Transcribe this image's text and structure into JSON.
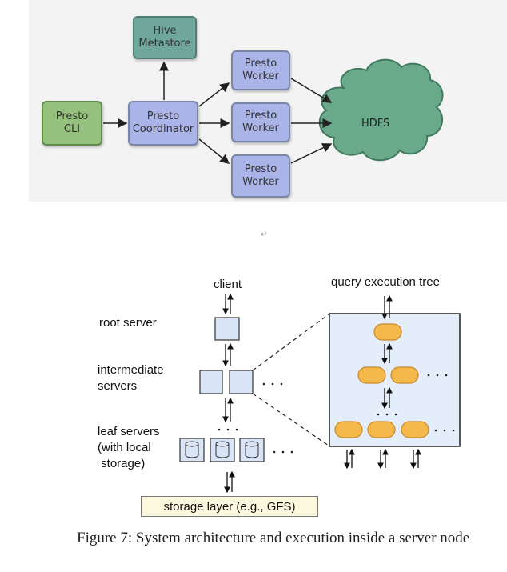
{
  "top_diagram": {
    "hive": "Hive\nMetastore",
    "cli": "Presto\nCLI",
    "coordinator": "Presto\nCoordinator",
    "worker1": "Presto\nWorker",
    "worker2": "Presto\nWorker",
    "worker3": "Presto\nWorker",
    "hdfs": "HDFS"
  },
  "separator_mark": "↵",
  "bottom_diagram": {
    "client": "client",
    "root_server": "root server",
    "intermediate_line1": "intermediate",
    "intermediate_line2": "servers",
    "leaf_line1": "leaf servers",
    "leaf_line2": "(with local",
    "leaf_line3": " storage)",
    "query_tree": "query execution tree",
    "storage_layer": "storage layer (e.g., GFS)"
  },
  "caption": "Figure 7: System architecture and execution inside a server node",
  "colors": {
    "presto_node": "#aab4e8",
    "hive_node": "#6fa79c",
    "cli_node": "#94c17b",
    "hdfs_cloud": "#6aaa8a",
    "server_box": "#d9e5f7",
    "tree_panel": "#e4eefa",
    "tree_node": "#f4b94a"
  }
}
